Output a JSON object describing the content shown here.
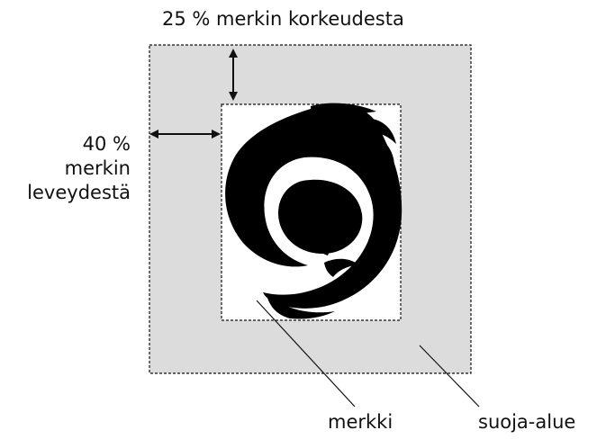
{
  "labels": {
    "top_margin": "25 % merkin korkeudesta",
    "side_margin": [
      "40 %",
      "merkin",
      "leveydestä"
    ],
    "mark": "merkki",
    "protection_area": "suoja-alue"
  },
  "colors": {
    "protection_area_fill": "#dcdcdc",
    "mark_area_fill": "#ffffff",
    "border": "#111111",
    "logo": "#000000",
    "text": "#111111"
  },
  "icons": {
    "logo": "swirl-bird-logo",
    "arrow": "double-headed-arrow"
  }
}
